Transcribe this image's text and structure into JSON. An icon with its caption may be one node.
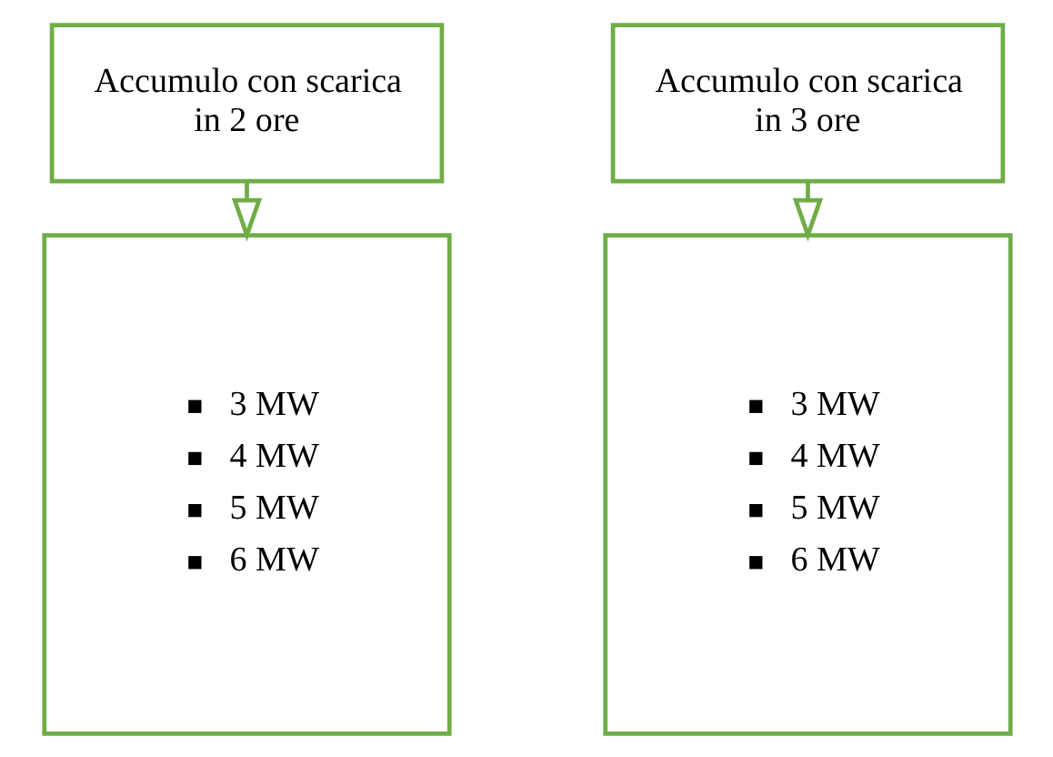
{
  "diagram": {
    "nodes": [
      {
        "text": [
          "Accumulo con scarica in 2 ore"
        ]
      },
      {
        "text": [
          "3 MW",
          "4 MW",
          "5 MW",
          "6 MW"
        ]
      },
      {
        "text": [
          "Accumulo con scarica in 3 ore"
        ]
      },
      {
        "text": [
          "3 MW",
          "4 MW",
          "5 MW",
          "6 MW"
        ]
      }
    ],
    "edges": [
      {
        "from": 0,
        "to": 1,
        "arrow": "to"
      },
      {
        "from": 2,
        "to": 3,
        "arrow": "to"
      }
    ]
  }
}
